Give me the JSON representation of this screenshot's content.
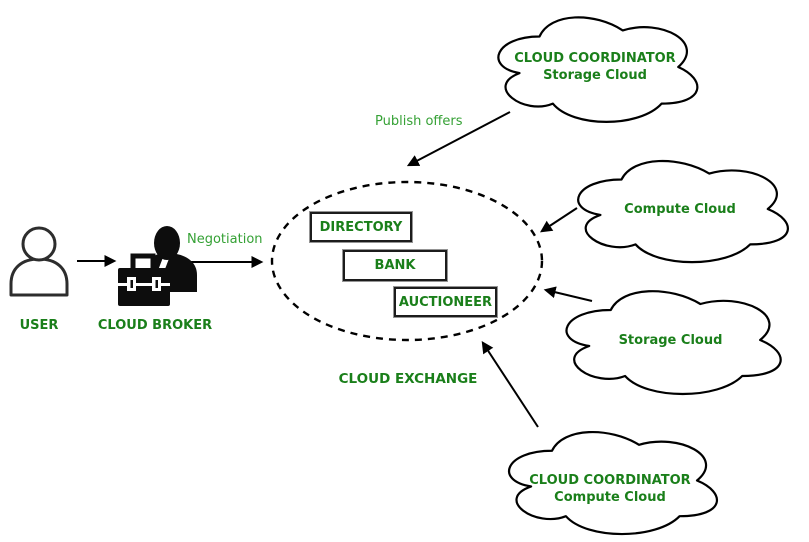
{
  "actors": {
    "user": {
      "label": "USER"
    },
    "broker": {
      "label": "CLOUD BROKER"
    }
  },
  "edge_labels": {
    "negotiation": "Negotiation",
    "publish_offers": "Publish offers"
  },
  "exchange": {
    "label": "CLOUD EXCHANGE",
    "components": [
      "DIRECTORY",
      "BANK",
      "AUCTIONEER"
    ]
  },
  "clouds": {
    "coordinator_storage": {
      "line1": "CLOUD COORDINATOR",
      "line2": "Storage Cloud"
    },
    "compute": {
      "line1": "Compute Cloud"
    },
    "storage": {
      "line1": "Storage Cloud"
    },
    "coordinator_compute": {
      "line1": "CLOUD COORDINATOR",
      "line2": "Compute Cloud"
    }
  },
  "colors": {
    "heading_green": "#1a7f1a",
    "label_green": "#35a135",
    "line_black": "#000000"
  }
}
